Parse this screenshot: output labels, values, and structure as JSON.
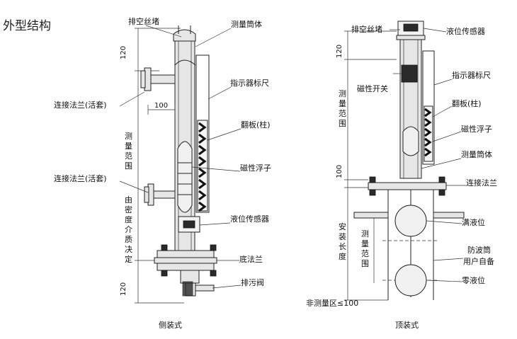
{
  "title": "外型结构",
  "left": {
    "caption": "侧装式",
    "labels": {
      "vent_plug": "排空丝堵",
      "chamber": "测量筒体",
      "indicator_scale": "指示器标尺",
      "flange": "连接法兰(活套)",
      "flap": "翻板(柱)",
      "float": "磁性浮子",
      "flange2": "连接法兰(活套)",
      "sensor": "液位传感器",
      "bottom_flange": "底法兰",
      "drain_valve": "排污阀"
    },
    "dims": {
      "top": "120",
      "width": "100",
      "bottom": "120",
      "range": [
        "测",
        "量",
        "范",
        "围"
      ],
      "medium": [
        "由",
        "密",
        "度",
        "介",
        "质",
        "决",
        "定"
      ]
    }
  },
  "right": {
    "caption": "顶装式",
    "labels": {
      "vent_plug": "排空丝堵",
      "sensor": "液位传感器",
      "indicator_scale": "指示器标尺",
      "magnetic_switch": "磁性开关",
      "flap": "翻板(柱)",
      "float": "磁性浮子",
      "chamber": "测量筒体",
      "flange": "连接法兰",
      "full_level": "满液位",
      "wave_guard": [
        "防波筒",
        "用户自备"
      ],
      "zero_level": "零液位",
      "non_measure": "非测量区≤100"
    },
    "dims": {
      "top": "120",
      "mid": "100",
      "range": [
        "测",
        "量",
        "范",
        "围"
      ],
      "install": [
        "安",
        "装",
        "长",
        "度"
      ],
      "range2": [
        "测",
        "量",
        "范",
        "围"
      ]
    }
  }
}
